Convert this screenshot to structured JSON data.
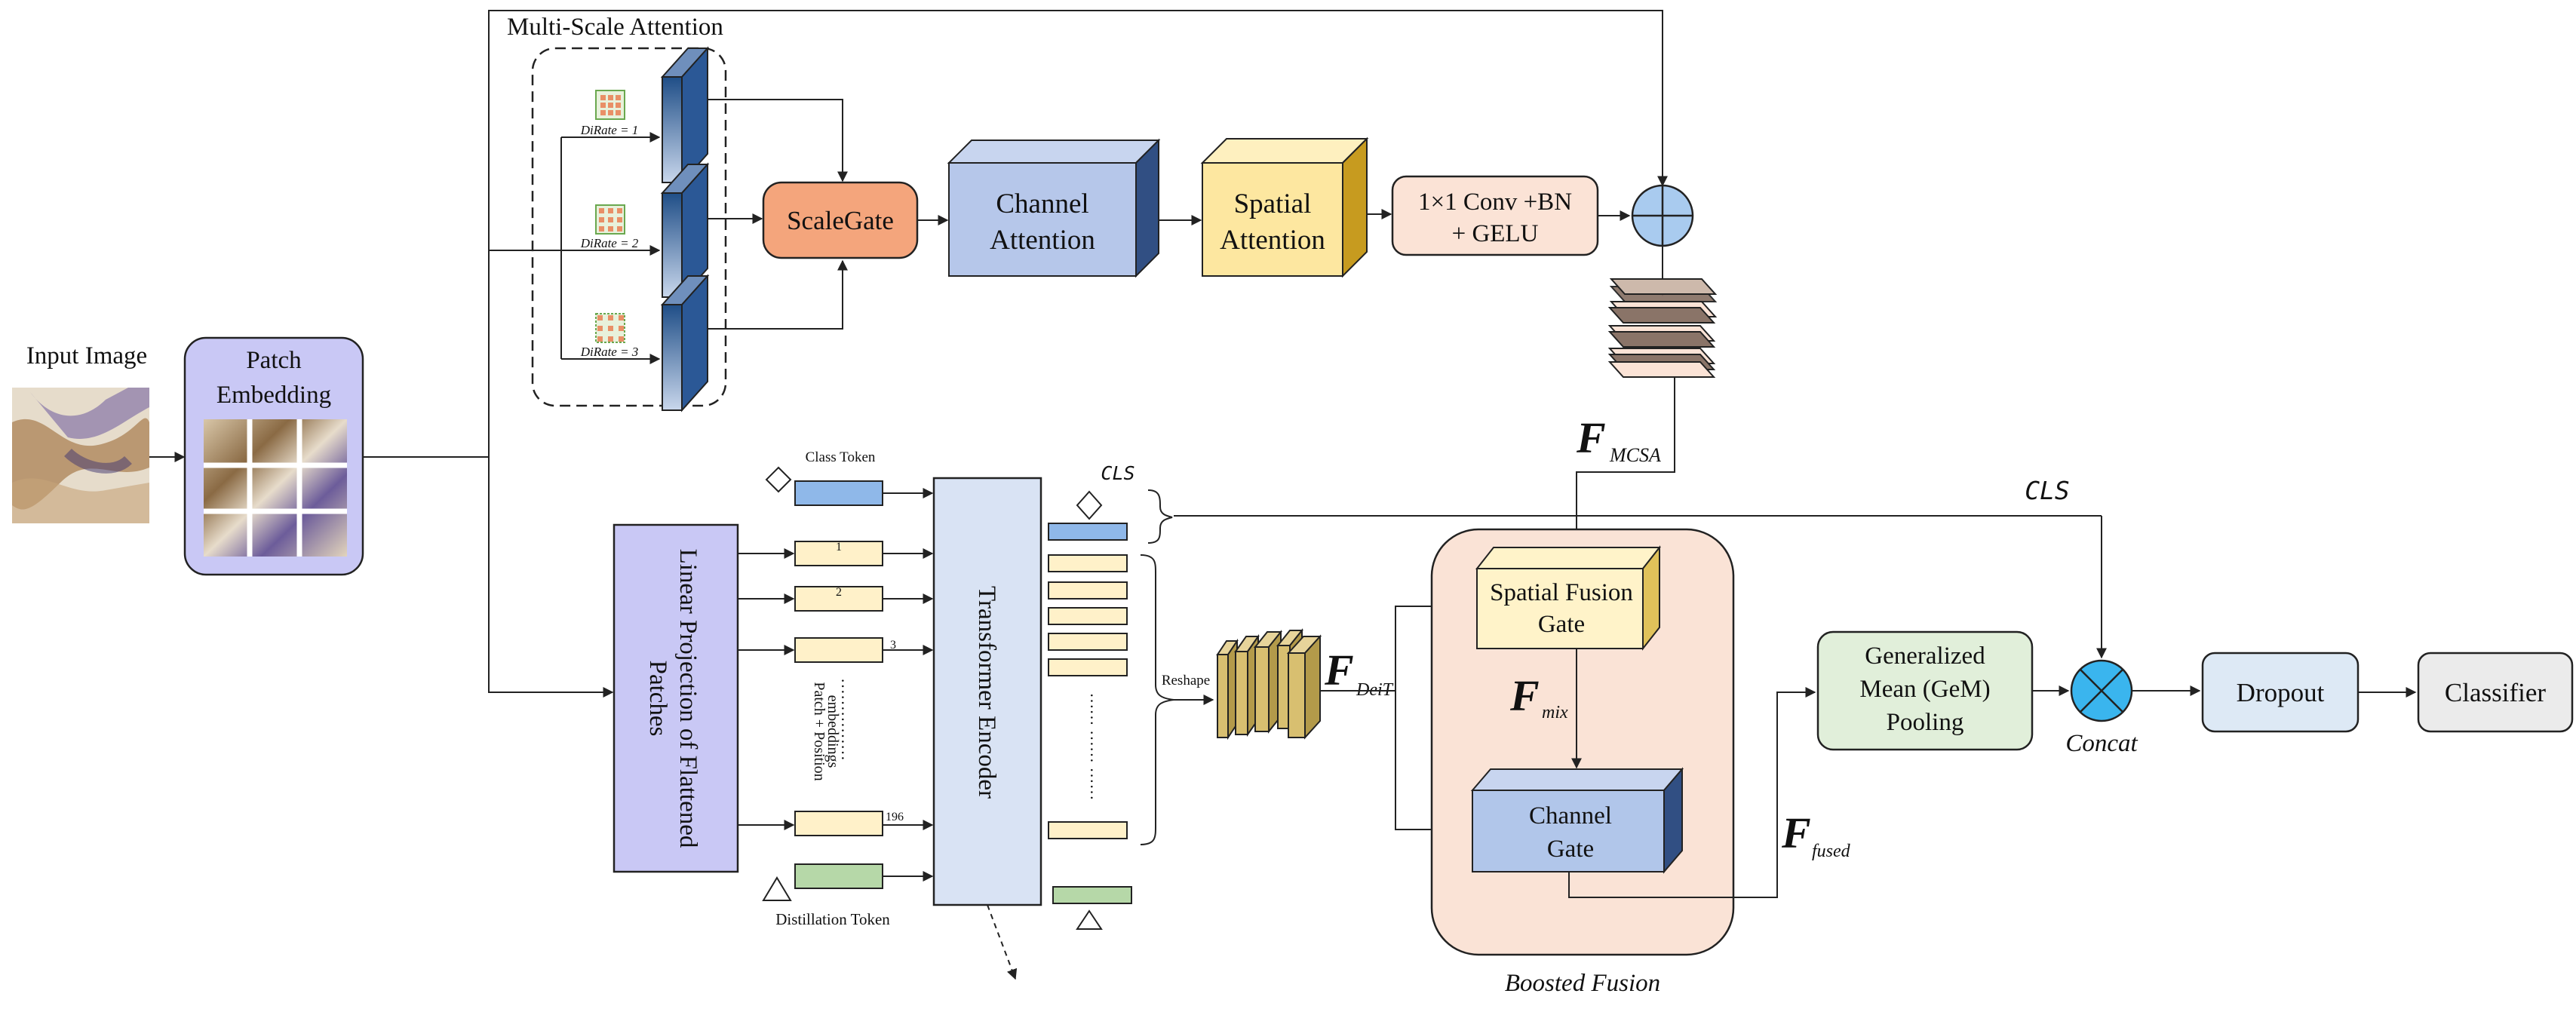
{
  "input": {
    "label": "Input Image"
  },
  "patch_embedding": {
    "label_line1": "Patch",
    "label_line2": "Embedding"
  },
  "msa": {
    "title": "Multi-Scale Attention",
    "dirate_1": "DiRate = 1",
    "dirate_2": "DiRate = 2",
    "dirate_3": "DiRate = 3",
    "scalegate": "ScaleGate",
    "channel_attention_1": "Channel",
    "channel_attention_2": "Attention",
    "spatial_attention_1": "Spatial",
    "spatial_attention_2": "Attention",
    "conv_1": "1×1 Conv +BN",
    "conv_2": "+ GELU"
  },
  "features": {
    "f_mcsa_main": "F",
    "f_mcsa_sub": "MCSA",
    "f_deit_main": "F",
    "f_deit_sub": "DeiT",
    "f_mix_main": "F",
    "f_mix_sub": "mix",
    "f_fused_main": "F",
    "f_fused_sub": "fused"
  },
  "deit": {
    "linear_projection_1": "Linear Projection of Flattened",
    "linear_projection_2": "Patches",
    "class_token": "Class Token",
    "distillation_token": "Distillation Token",
    "token_1": "1",
    "token_2": "2",
    "token_3": "3",
    "token_196": "196",
    "patch_pos_1": "Patch + Position",
    "patch_pos_2": "embeddings",
    "transformer_encoder": "Transformer Encoder",
    "cls_small": "CLS",
    "reshape": "Reshape"
  },
  "fusion": {
    "spatial_fusion_1": "Spatial Fusion",
    "spatial_fusion_2": "Gate",
    "channel_gate_1": "Channel",
    "channel_gate_2": "Gate",
    "title": "Boosted Fusion"
  },
  "head": {
    "cls_big": "CLS",
    "gem_1": "Generalized",
    "gem_2": "Mean (GeM)",
    "gem_3": "Pooling",
    "concat": "Concat",
    "dropout": "Dropout",
    "classifier": "Classifier"
  },
  "colors": {
    "patch_box": "#c9c8f5",
    "linear_proj": "#c9c8f5",
    "encoder": "#d9e3f4",
    "scalegate": "#f4a57c",
    "channel_att": "#b6c7ea",
    "spatial_att": "#fde7a0",
    "conv": "#fbe3d6",
    "fusion_bg": "#fae3d6",
    "spatial_fusion": "#fff3c9",
    "channel_gate": "#b1c6ea",
    "gem": "#e1efda",
    "dropout": "#dde9f5",
    "classifier": "#ebebeb",
    "concat": "#3ab5ee",
    "plus": "#a9cbef"
  }
}
